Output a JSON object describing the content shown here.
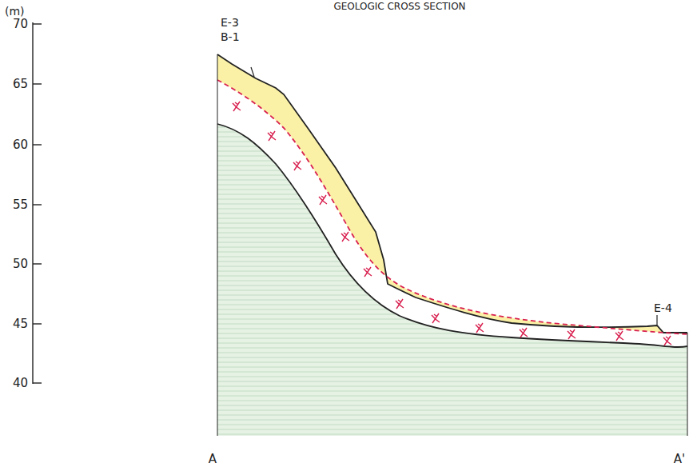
{
  "diagram": {
    "title": "GEOLOGIC CROSS SECTION",
    "labels": [
      "(m)",
      "70",
      "65",
      "60",
      "55",
      "50",
      "45",
      "40",
      "E-3",
      "B-1",
      "E-4",
      "A",
      "A'"
    ]
  }
}
